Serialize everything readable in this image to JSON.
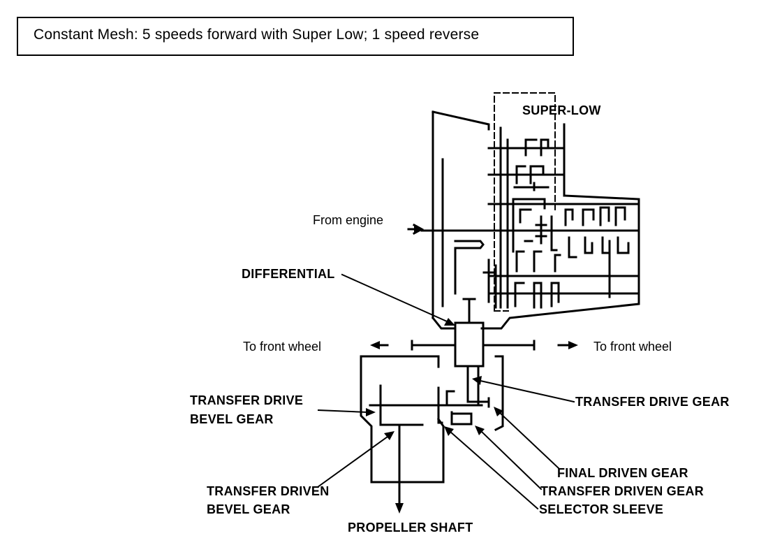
{
  "title": "Constant Mesh: 5 speeds forward with Super Low; 1 speed reverse",
  "labels": {
    "super_low": "SUPER-LOW",
    "from_engine": "From engine",
    "differential": "DIFFERENTIAL",
    "to_front_wheel_left": "To front wheel",
    "to_front_wheel_right": "To front wheel",
    "transfer_drive_bevel_gear_1": "TRANSFER DRIVE",
    "transfer_drive_bevel_gear_2": "BEVEL GEAR",
    "transfer_drive_gear": "TRANSFER DRIVE GEAR",
    "final_driven_gear": "FINAL DRIVEN GEAR",
    "transfer_driven_gear": "TRANSFER DRIVEN GEAR",
    "selector_sleeve": "SELECTOR SLEEVE",
    "transfer_driven_bevel_gear_1": "TRANSFER DRIVEN",
    "transfer_driven_bevel_gear_2": "BEVEL GEAR",
    "propeller_shaft": "PROPELLER SHAFT"
  }
}
